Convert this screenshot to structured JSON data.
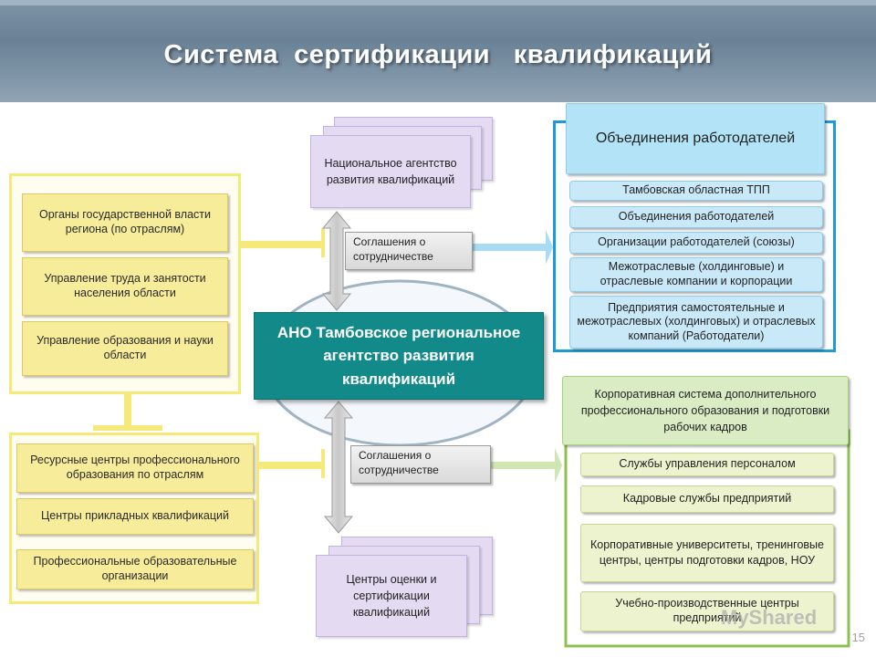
{
  "title": "Система  сертификации   квалификаций",
  "center": "АНО Тамбовское региональное агентство развития квалификаций",
  "national_agency": "Национальное агентство развития квалификаций",
  "assessment_centers": "Центры оценки и сертификации квалификаций",
  "agreement_top": "Соглашения о сотрудничестве",
  "agreement_bottom": "Соглашения о сотрудничестве",
  "gov_bodies": [
    "Органы  государственной власти региона (по отраслям)",
    "Управление труда и занятости населения области",
    "Управление образования и науки области"
  ],
  "edu_orgs": [
    "Ресурсные центры профессионального образования по отраслям",
    "Центры прикладных квалификаций",
    "Профессиональные образовательные организации"
  ],
  "employers": {
    "title": "Объединения работодателей",
    "items": [
      "Тамбовская областная ТПП",
      "Объединения работодателей",
      "Организации работодателей (союзы)",
      "Межотраслевые (холдинговые) и отраслевые компании и корпорации",
      "Предприятия самостоятельные и межотраслевых (холдинговых) и отраслевых  компаний (Работодатели)"
    ]
  },
  "corporate": {
    "title": "Корпоративная система дополнительного профессионального образования и подготовки рабочих кадров",
    "items": [
      "Службы управления персоналом",
      "Кадровые службы предприятий",
      "Корпоративные университеты, тренинговые центры, центры подготовки кадров, НОУ",
      "Учебно-производственные центры предприятий"
    ]
  },
  "page_number": "15",
  "watermark": "MyShared",
  "colors": {
    "header": "#6a8296",
    "center": "#138a8a",
    "yellow": "#f7ec9a",
    "blue_frame": "#1f9ad6",
    "green_frame": "#8cc152",
    "lilac": "#e4dbf3"
  }
}
